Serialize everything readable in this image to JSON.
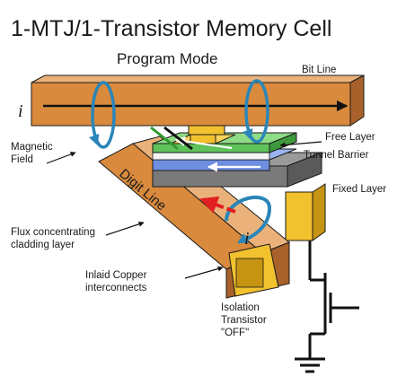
{
  "title": "1-MTJ/1-Transistor Memory Cell",
  "subtitle": "Program Mode",
  "labels": {
    "bit_line": "Bit Line",
    "current_symbol_top": "i",
    "magnetic_field_1": "Magnetic",
    "magnetic_field_2": "Field",
    "digit_line": "Digit Line",
    "free_layer": "Free Layer",
    "tunnel_barrier": "Tunnel Barrier",
    "fixed_layer": "Fixed Layer",
    "flux_1": "Flux concentrating",
    "flux_2": "cladding layer",
    "current_symbol_digit": "i",
    "inlaid_1": "Inlaid Copper",
    "inlaid_2": "interconnects",
    "isolation_1": "Isolation",
    "isolation_2": "Transistor",
    "isolation_3": "\"OFF\""
  },
  "colors": {
    "copper": "#d98a3d",
    "copper_dark": "#a8612a",
    "copper_light": "#eab27a",
    "gold": "#f2c12e",
    "gold_dark": "#c69412",
    "green": "#5fc25a",
    "blue": "#6e8fe0",
    "gray": "#8e8e8e",
    "gray_dark": "#5a5a5a",
    "field_blue": "#2a86b8",
    "arrow_red": "#e02020"
  }
}
